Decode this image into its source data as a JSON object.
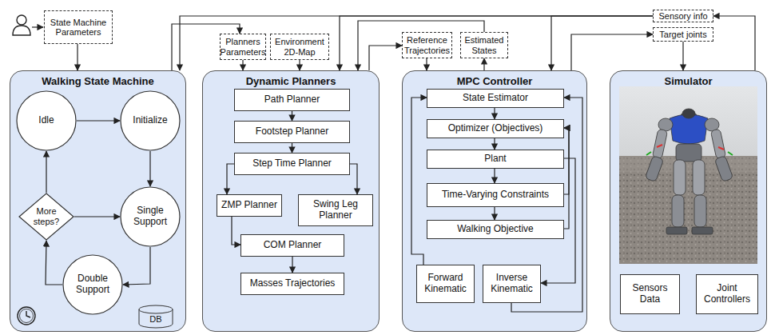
{
  "diagram": {
    "nodes": [
      {
        "text": [
          "State Machine Parameters"
        ]
      },
      {
        "text": [
          "Planners Parameters"
        ]
      },
      {
        "text": [
          "Environment 2D-Map"
        ]
      },
      {
        "text": [
          "Reference Trajectories"
        ]
      },
      {
        "text": [
          "Estimated States"
        ]
      },
      {
        "text": [
          "Sensory info"
        ]
      },
      {
        "text": [
          "Target joints"
        ]
      },
      {
        "text": [
          "Walking State Machine"
        ]
      },
      {
        "text": [
          "Idle"
        ],
        "in": 7
      },
      {
        "text": [
          "Initialize"
        ],
        "in": 7
      },
      {
        "text": [
          "More steps?"
        ],
        "in": 7
      },
      {
        "text": [
          "Single Support"
        ],
        "in": 7
      },
      {
        "text": [
          "Double Support"
        ],
        "in": 7
      },
      {
        "text": [
          "DB"
        ],
        "in": 7
      },
      {
        "text": [
          "Dynamic Planners"
        ]
      },
      {
        "text": [
          "Path Planner"
        ],
        "in": 14
      },
      {
        "text": [
          "Footstep Planner"
        ],
        "in": 14
      },
      {
        "text": [
          "Step Time Planner"
        ],
        "in": 14
      },
      {
        "text": [
          "ZMP Planner"
        ],
        "in": 14
      },
      {
        "text": [
          "Swing Leg Planner"
        ],
        "in": 14
      },
      {
        "text": [
          "COM Planner"
        ],
        "in": 14
      },
      {
        "text": [
          "Masses Trajectories"
        ],
        "in": 14
      },
      {
        "text": [
          "MPC Controller"
        ]
      },
      {
        "text": [
          "State Estimator"
        ],
        "in": 22
      },
      {
        "text": [
          "Optimizer (Objectives)"
        ],
        "in": 22
      },
      {
        "text": [
          "Plant"
        ],
        "in": 22
      },
      {
        "text": [
          "Time-Varying Constraints"
        ],
        "in": 22
      },
      {
        "text": [
          "Walking Objective"
        ],
        "in": 22
      },
      {
        "text": [
          "Forward Kinematic"
        ],
        "in": 22
      },
      {
        "text": [
          "Inverse Kinematic"
        ],
        "in": 22
      },
      {
        "text": [
          "Simulator"
        ]
      },
      {
        "text": [
          "Sensors Data"
        ],
        "in": 30
      },
      {
        "text": [
          "Joint Controllers"
        ],
        "in": 30
      }
    ],
    "edges": [
      {
        "from": 0,
        "to": 7,
        "arrow": "to"
      },
      {
        "from": 7,
        "to": 1,
        "arrow": "to"
      },
      {
        "from": 1,
        "to": 14,
        "arrow": "to"
      },
      {
        "from": 2,
        "to": 14,
        "arrow": "to"
      },
      {
        "from": 14,
        "to": 3,
        "arrow": "to"
      },
      {
        "from": 4,
        "to": 14,
        "arrow": "to"
      },
      {
        "from": 3,
        "to": 22,
        "arrow": "to"
      },
      {
        "from": 22,
        "to": 4,
        "arrow": "to"
      },
      {
        "from": 22,
        "to": 6,
        "arrow": "to"
      },
      {
        "from": 6,
        "to": 30,
        "arrow": "to"
      },
      {
        "from": 30,
        "to": 5,
        "arrow": "to"
      },
      {
        "from": 5,
        "to": 7,
        "arrow": "to"
      },
      {
        "from": 5,
        "to": 14,
        "arrow": "to"
      },
      {
        "from": 5,
        "to": 22,
        "arrow": "to"
      },
      {
        "from": 8,
        "to": 9,
        "arrow": "to"
      },
      {
        "from": 9,
        "to": 11,
        "arrow": "to"
      },
      {
        "from": 11,
        "to": 12,
        "arrow": "to"
      },
      {
        "from": 12,
        "to": 10,
        "arrow": "to"
      },
      {
        "from": 10,
        "to": 8,
        "arrow": "to"
      },
      {
        "from": 10,
        "to": 11,
        "arrow": "to"
      },
      {
        "from": 15,
        "to": 16,
        "arrow": "to"
      },
      {
        "from": 16,
        "to": 17,
        "arrow": "to"
      },
      {
        "from": 17,
        "to": 18,
        "arrow": "to"
      },
      {
        "from": 17,
        "to": 19,
        "arrow": "to"
      },
      {
        "from": 18,
        "to": 20,
        "arrow": "to"
      },
      {
        "from": 20,
        "to": 21,
        "arrow": "to"
      },
      {
        "from": 23,
        "to": 24,
        "arrow": "to"
      },
      {
        "from": 24,
        "to": 25,
        "arrow": "to"
      },
      {
        "from": 25,
        "to": 26,
        "arrow": "to"
      },
      {
        "from": 26,
        "to": 27,
        "arrow": "to"
      },
      {
        "from": 28,
        "to": 23,
        "arrow": "to"
      },
      {
        "from": 25,
        "to": 29,
        "arrow": "to"
      },
      {
        "from": 27,
        "to": 24,
        "arrow": "to"
      },
      {
        "from": 26,
        "to": 24,
        "arrow": "to"
      },
      {
        "from": 29,
        "to": 23,
        "arrow": "to"
      }
    ]
  }
}
